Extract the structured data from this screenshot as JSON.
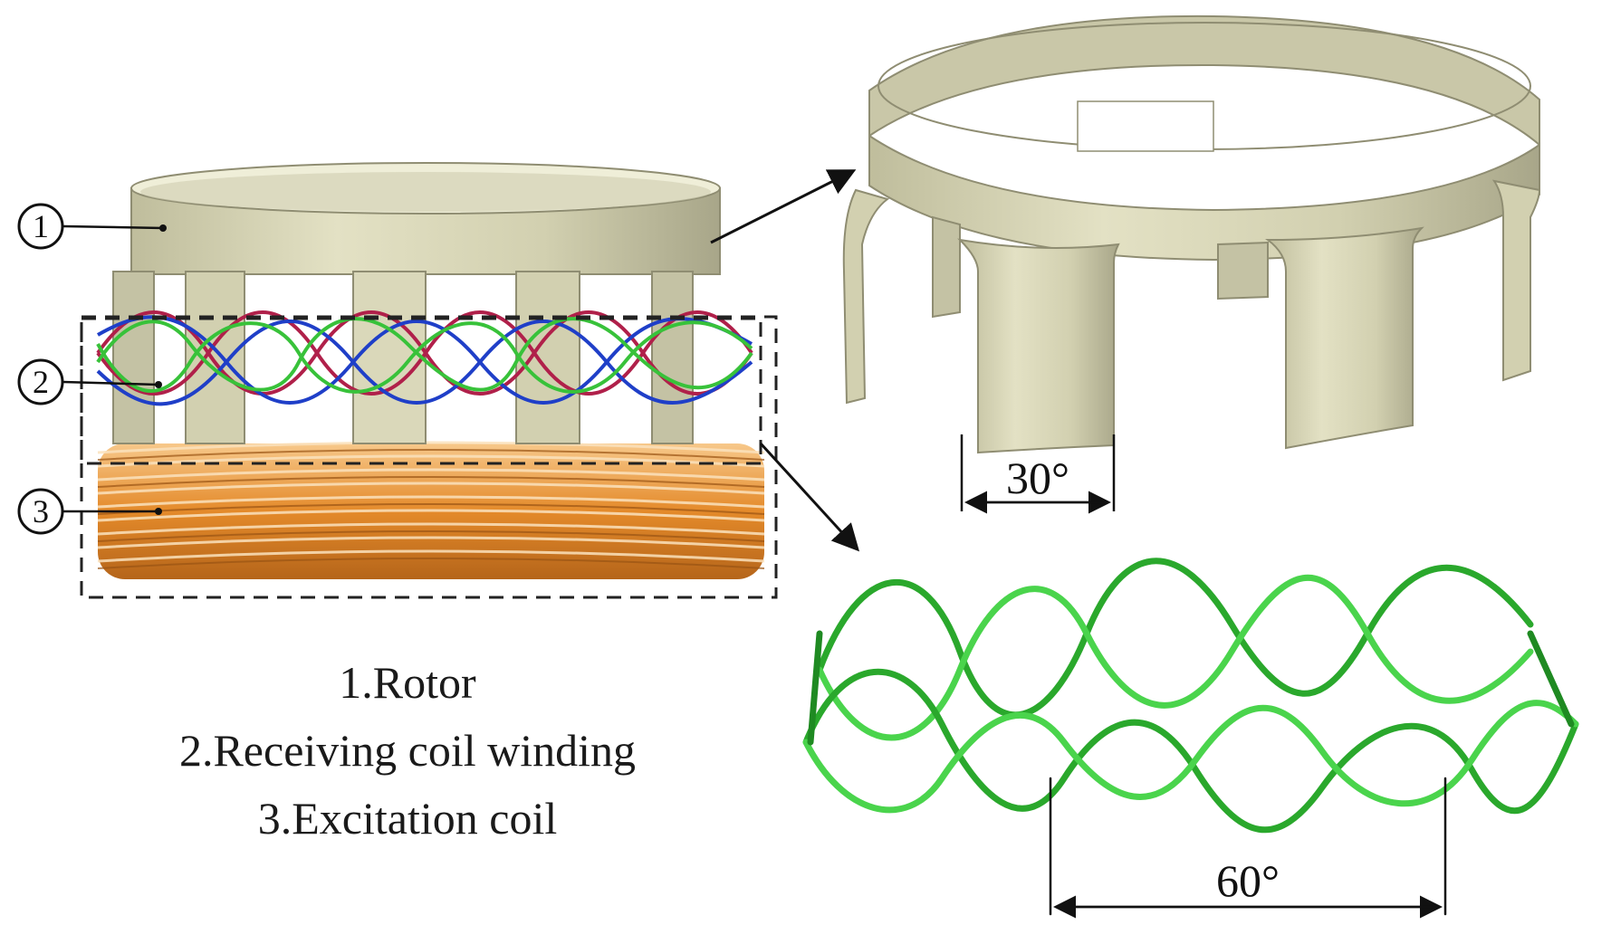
{
  "callouts": [
    {
      "symbol": "①"
    },
    {
      "symbol": "②"
    },
    {
      "symbol": "③"
    }
  ],
  "legend": [
    {
      "text": "1.Rotor"
    },
    {
      "text": "2.Receiving coil winding"
    },
    {
      "text": "3.Excitation coil"
    }
  ],
  "dimensions": {
    "rotor_angle": "30°",
    "coil_angle": "60°"
  },
  "colors": {
    "rotor": "#d8d6b5",
    "rotor_shade": "#a9a78a",
    "excitation_coil": "#e48a2a",
    "coil_red": "#b0204a",
    "coil_blue": "#1f3fc8",
    "coil_green": "#38c23a"
  }
}
